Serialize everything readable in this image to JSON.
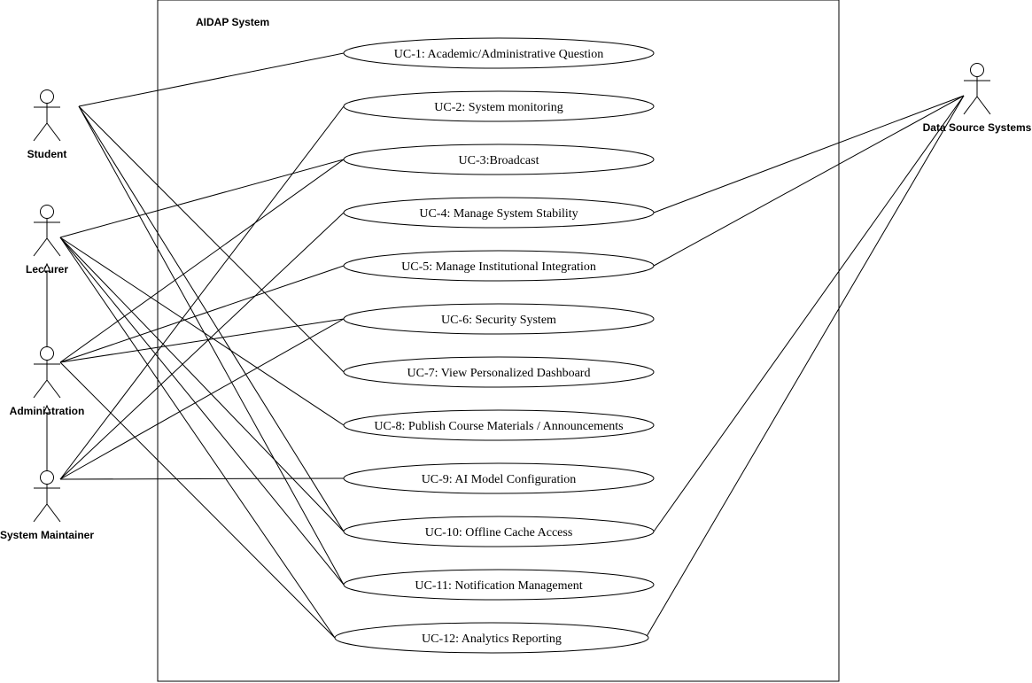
{
  "system": {
    "title": "AIDAP System"
  },
  "actors": {
    "student": "Student",
    "lecturer": "Lecturer",
    "administration": "Administration",
    "system_maintainer": "System Maintainer",
    "data_source_systems": "Data Source Systems"
  },
  "use_cases": [
    "UC-1: Academic/Administrative Question",
    "UC-2: System monitoring",
    "UC-3:Broadcast",
    "UC-4: Manage System Stability",
    "UC-5: Manage Institutional Integration",
    "UC-6: Security System",
    "UC-7: View Personalized Dashboard",
    "UC-8: Publish Course Materials / Announcements",
    "UC-9: AI Model Configuration",
    "UC-10: Offline Cache Access",
    "UC-11: Notification Management",
    "UC-12: Analytics Reporting"
  ],
  "associations": [
    [
      "student",
      0
    ],
    [
      "student",
      6
    ],
    [
      "student",
      9
    ],
    [
      "student",
      10
    ],
    [
      "lecturer",
      2
    ],
    [
      "lecturer",
      7
    ],
    [
      "lecturer",
      9
    ],
    [
      "lecturer",
      10
    ],
    [
      "lecturer",
      11
    ],
    [
      "administration",
      2
    ],
    [
      "administration",
      4
    ],
    [
      "administration",
      5
    ],
    [
      "administration",
      11
    ],
    [
      "system_maintainer",
      1
    ],
    [
      "system_maintainer",
      3
    ],
    [
      "system_maintainer",
      5
    ],
    [
      "system_maintainer",
      8
    ],
    [
      "data_source_systems",
      3
    ],
    [
      "data_source_systems",
      4
    ],
    [
      "data_source_systems",
      9
    ],
    [
      "data_source_systems",
      11
    ]
  ],
  "generalizations": [
    [
      "administration",
      "lecturer"
    ],
    [
      "system_maintainer",
      "administration"
    ]
  ]
}
